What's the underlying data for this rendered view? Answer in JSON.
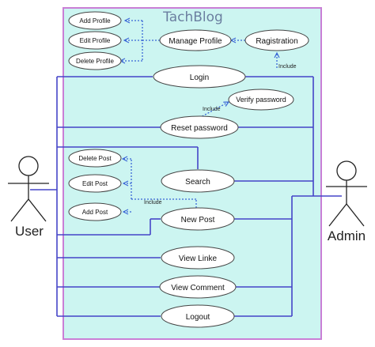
{
  "system": {
    "title": "TachBlog",
    "fill": "#ccf5f1",
    "border": "#c97fd6"
  },
  "actors": {
    "user": "User",
    "admin": "Admin"
  },
  "use_cases": {
    "add_profile": "Add Profile",
    "edit_profile": "Edit Profile",
    "delete_profile": "Delete Profile",
    "manage_profile": "Manage Profile",
    "registration": "Ragistration",
    "login": "Login",
    "verify_password": "Verify password",
    "reset_password": "Reset password",
    "delete_post": "Delete Post",
    "edit_post": "Edit Post",
    "add_post": "Add Post",
    "search": "Search",
    "new_post": "New Post",
    "view_linke": "View Linke",
    "view_comment": "View Comment",
    "logout": "Logout"
  },
  "relations": {
    "include": "Include"
  },
  "colors": {
    "line": "#4545c8",
    "dotted": "#3a66d6",
    "title": "#6b7fa0"
  }
}
